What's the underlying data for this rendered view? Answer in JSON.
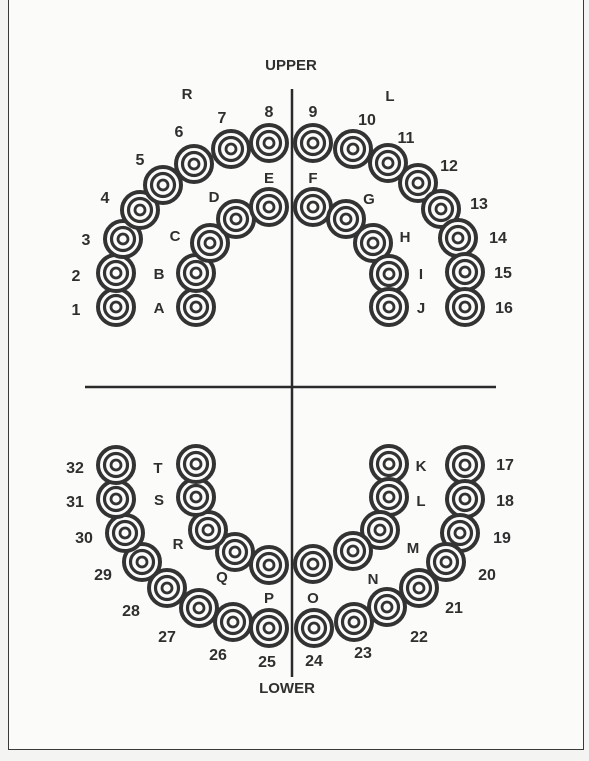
{
  "chart_title": {
    "upper": "UPPER",
    "lower": "LOWER",
    "right_side": "R",
    "left_side": "L"
  },
  "permanent_upper": [
    "1",
    "2",
    "3",
    "4",
    "5",
    "6",
    "7",
    "8",
    "9",
    "10",
    "11",
    "12",
    "13",
    "14",
    "15",
    "16"
  ],
  "primary_upper": [
    "A",
    "B",
    "C",
    "D",
    "E",
    "F",
    "G",
    "H",
    "I",
    "J"
  ],
  "permanent_lower": [
    "17",
    "18",
    "19",
    "20",
    "21",
    "22",
    "23",
    "24",
    "25",
    "26",
    "27",
    "28",
    "29",
    "30",
    "31",
    "32"
  ],
  "primary_lower": [
    "K",
    "L",
    "M",
    "N",
    "O",
    "P",
    "Q",
    "R",
    "S",
    "T"
  ],
  "colors": {
    "ink": "#333333",
    "line": "#2a2a2a",
    "paper": "#fbfbfa"
  }
}
